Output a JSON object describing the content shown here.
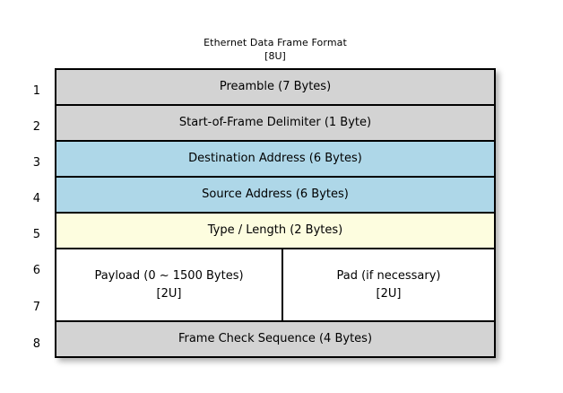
{
  "title": {
    "main": "Ethernet Data Frame Format",
    "sub": "[8U]"
  },
  "colors": {
    "header_gray": "#D3D3D3",
    "address_blue": "#AED7E8",
    "type_yellow": "#FDFDDF",
    "payload_white": "#FFFFFF",
    "border": "#000000",
    "background": "#FFFFFF"
  },
  "row_numbers": [
    "1",
    "2",
    "3",
    "4",
    "5",
    "6",
    "7",
    "8"
  ],
  "rows": [
    {
      "number": "1",
      "label": "Preamble (7 Bytes)",
      "fill": "gray"
    },
    {
      "number": "2",
      "label": "Start-of-Frame Delimiter (1 Byte)",
      "fill": "gray"
    },
    {
      "number": "3",
      "label": "Destination Address (6 Bytes)",
      "fill": "blue"
    },
    {
      "number": "4",
      "label": "Source Address (6 Bytes)",
      "fill": "blue"
    },
    {
      "number": "5",
      "label": "Type / Length (2 Bytes)",
      "fill": "yellow"
    },
    {
      "number": "8",
      "label": "Frame Check Sequence (4 Bytes)",
      "fill": "gray"
    }
  ],
  "split_band": {
    "numbers": [
      "6",
      "7"
    ],
    "fill": "white",
    "left": {
      "line1": "Payload (0 ~ 1500 Bytes)",
      "line2": "[2U]"
    },
    "right": {
      "line1": "Pad (if necessary)",
      "line2": "[2U]"
    }
  }
}
